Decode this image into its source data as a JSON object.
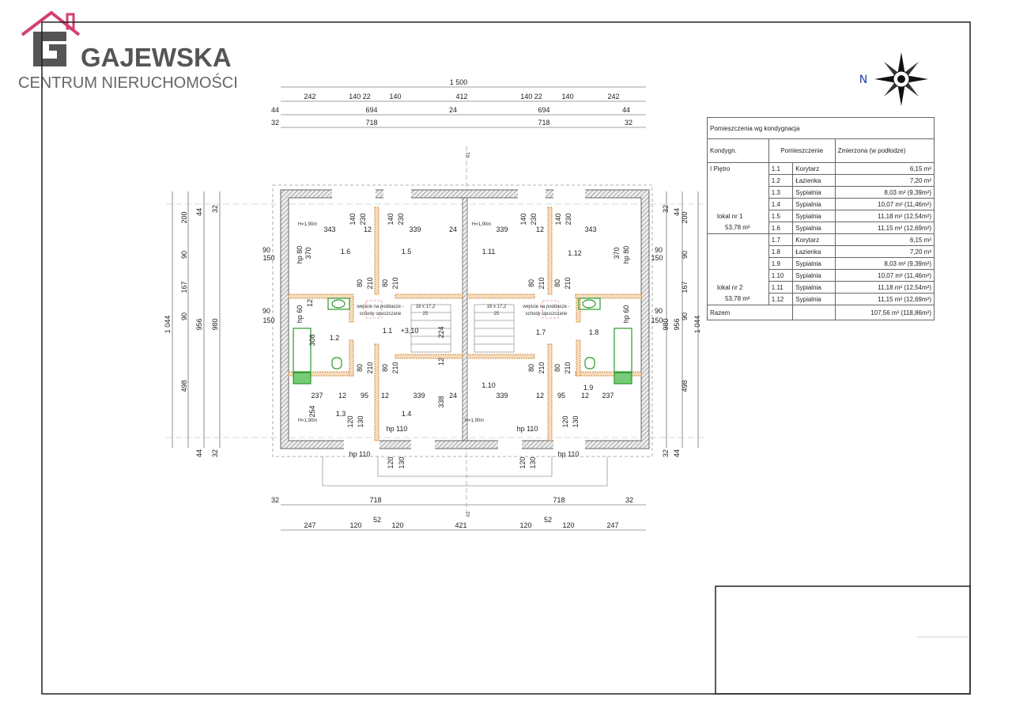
{
  "logo": {
    "name": "GAJEWSKA",
    "subtitle": "CENTRUM NIERUCHOMOŚCI",
    "accent": "#d4406e"
  },
  "compass": {
    "north": "N"
  },
  "section_marks": [
    "A1",
    "A1"
  ],
  "dims": {
    "top": [
      "1 500",
      "242",
      "140 22",
      "140",
      "412",
      "140 22",
      "140",
      "242",
      "44",
      "694",
      "24",
      "694",
      "44",
      "32",
      "718",
      "718",
      "32"
    ],
    "bottom": [
      "32",
      "718",
      "718",
      "32",
      "247",
      "120",
      "52",
      "120",
      "421",
      "120",
      "52",
      "120",
      "247"
    ],
    "left": [
      "1 044",
      "200",
      "90",
      "167",
      "90",
      "498",
      "44",
      "956",
      "44",
      "32",
      "980",
      "32",
      "90",
      "150",
      "90",
      "150"
    ],
    "right": [
      "1 044",
      "200",
      "90",
      "167",
      "90",
      "498",
      "44",
      "956",
      "44",
      "32",
      "980",
      "32",
      "90",
      "150",
      "90",
      "150"
    ],
    "inner": [
      "343",
      "12",
      "339",
      "24",
      "339",
      "12",
      "343",
      "370",
      "370",
      "237",
      "12",
      "95",
      "12",
      "339",
      "24",
      "339",
      "12",
      "95",
      "12",
      "237",
      "254",
      "338",
      "224",
      "12",
      "12",
      "308"
    ],
    "doors": [
      "140",
      "230",
      "140",
      "230",
      "140",
      "230",
      "140",
      "230",
      "80",
      "210",
      "80",
      "210",
      "80",
      "210",
      "80",
      "210",
      "80",
      "210",
      "80",
      "210",
      "80",
      "210",
      "80",
      "210",
      "120",
      "130",
      "120",
      "130",
      "120",
      "130",
      "120",
      "130"
    ]
  },
  "rooms": [
    "1.6",
    "1.5",
    "1.11",
    "1.12",
    "1.2",
    "1.1",
    "1.7",
    "1.8",
    "1.3",
    "1.4",
    "1.10",
    "1.9"
  ],
  "notes": {
    "height": "H=1,90m",
    "hp80": "hp 80",
    "hp60": "hp 60",
    "hp110": "hp 110",
    "level": "+3,10",
    "attic1": "wejście na poddasze -",
    "attic2": "schody opuszczane",
    "stairs1": "18 x 17,2",
    "stairs2": "25"
  },
  "table": {
    "title": "Pomieszczenia wg kondygnacja",
    "headers": [
      "Kondygn.",
      "Pomieszczenie",
      "Zmierzona (w podłodze)"
    ],
    "floor": "I Piętro",
    "units": [
      {
        "name": "lokal nr 1",
        "area": "53,78 m²",
        "rows": [
          [
            "1.1",
            "Korytarz",
            "6,15 m²"
          ],
          [
            "1.2",
            "Łazienka",
            "7,20 m²"
          ],
          [
            "1.3",
            "Sypialnia",
            "8,03 m² (9,39m²)"
          ],
          [
            "1.4",
            "Sypialnia",
            "10,07 m² (11,46m²)"
          ],
          [
            "1.5",
            "Sypialnia",
            "11,18 m² (12,54m²)"
          ],
          [
            "1.6",
            "Sypialnia",
            "11,15 m² (12,69m²)"
          ]
        ]
      },
      {
        "name": "lokal nr 2",
        "area": "53,78 m²",
        "rows": [
          [
            "1.7",
            "Korytarz",
            "6,15 m²"
          ],
          [
            "1.8",
            "Łazienka",
            "7,20 m²"
          ],
          [
            "1.9",
            "Sypialnia",
            "8,03 m² (9,39m²)"
          ],
          [
            "1.10",
            "Sypialnia",
            "10,07 m² (11,46m²)"
          ],
          [
            "1.11",
            "Sypialnia",
            "11,18 m² (12,54m²)"
          ],
          [
            "1.12",
            "Sypialnia",
            "11,15 m² (12,69m²)"
          ]
        ]
      }
    ],
    "total_label": "Razem",
    "total": "107,56 m² (118,86m²)"
  }
}
